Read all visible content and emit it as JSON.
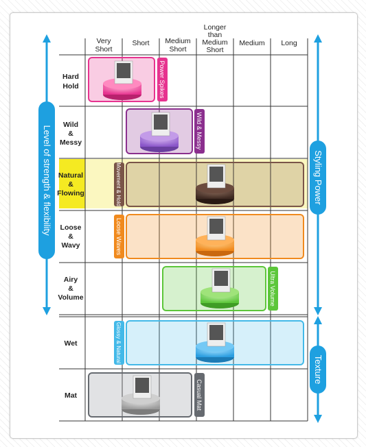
{
  "columns": [
    "Very Short",
    "Short",
    "Medium Short",
    "Longer than Medium Short",
    "Medium",
    "Long"
  ],
  "rows": [
    "Hard Hold",
    "Wild & Messy",
    "Natural & Flowing",
    "Loose & Wavy",
    "Airy & Volume",
    "Wet",
    "Mat"
  ],
  "left_axis": "Level of strength & flexibility",
  "right_axis_top": "Styling Power",
  "right_axis_bottom": "Texture",
  "products": [
    {
      "name": "Power Spikes",
      "color": "#e6338f"
    },
    {
      "name": "Wild & Messy",
      "color": "#8b2f8e"
    },
    {
      "name": "Movement & Hold",
      "color": "#7a5548"
    },
    {
      "name": "Loose Waves",
      "color": "#f08a1e"
    },
    {
      "name": "Ultra Volume",
      "color": "#5cc63a"
    },
    {
      "name": "Glossy & Natural",
      "color": "#43b9e8"
    },
    {
      "name": "Casual Mat",
      "color": "#666a70"
    }
  ],
  "colors": {
    "arrow": "#1ea0e0",
    "grid": "#333333",
    "highlight": "#fbf7c0",
    "highlight_label": "#f5ea22"
  }
}
